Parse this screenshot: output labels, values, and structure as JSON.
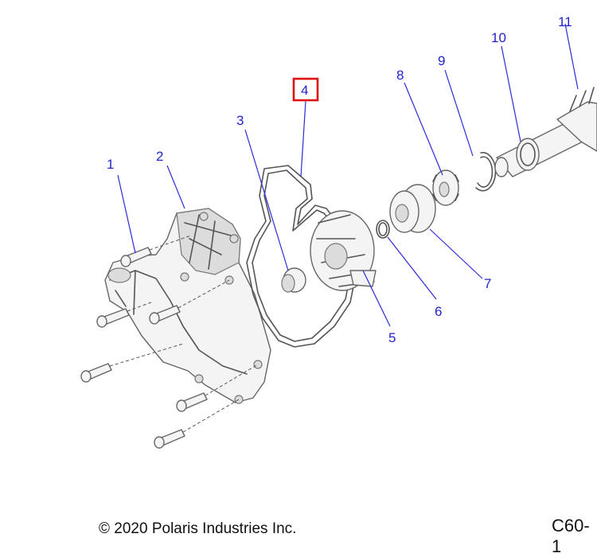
{
  "diagram": {
    "callouts": [
      {
        "id": "1",
        "text": "1",
        "highlighted": false
      },
      {
        "id": "2",
        "text": "2",
        "highlighted": false
      },
      {
        "id": "3",
        "text": "3",
        "highlighted": false
      },
      {
        "id": "4",
        "text": "4",
        "highlighted": true
      },
      {
        "id": "5",
        "text": "5",
        "highlighted": false
      },
      {
        "id": "6",
        "text": "6",
        "highlighted": false
      },
      {
        "id": "7",
        "text": "7",
        "highlighted": false
      },
      {
        "id": "8",
        "text": "8",
        "highlighted": false
      },
      {
        "id": "9",
        "text": "9",
        "highlighted": false
      },
      {
        "id": "10",
        "text": "10",
        "highlighted": false
      },
      {
        "id": "11",
        "text": "11",
        "highlighted": false
      }
    ],
    "colors": {
      "callout": "#2222cc",
      "leader": "#2b2bd8",
      "highlight_box": "#e01010",
      "part_outline": "#555555"
    }
  },
  "footer": {
    "copyright": "© 2020 Polaris Industries Inc.",
    "figure_code": "C60-1"
  }
}
